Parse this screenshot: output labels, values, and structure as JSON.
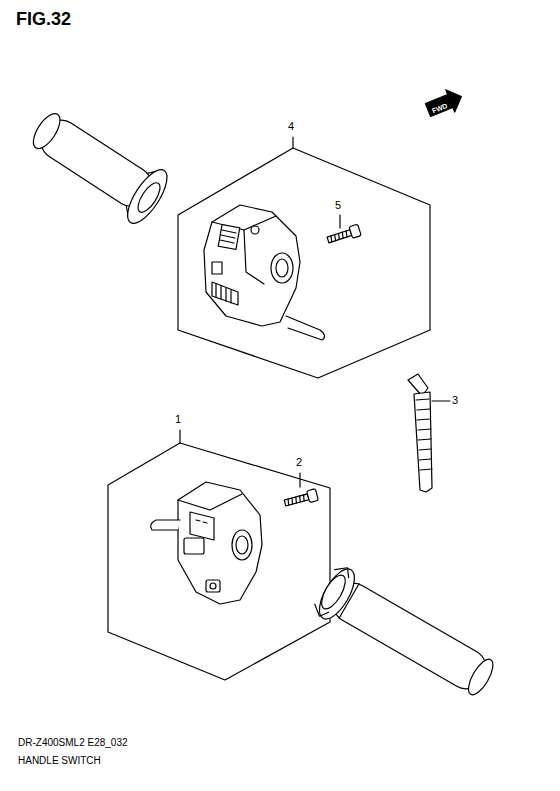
{
  "diagram": {
    "title": "FIG.32",
    "labels": [
      "FWD",
      "4",
      "5",
      "3",
      "1",
      "2",
      "DR-Z400SML2 E28_032",
      "HANDLE SWITCH"
    ]
  }
}
